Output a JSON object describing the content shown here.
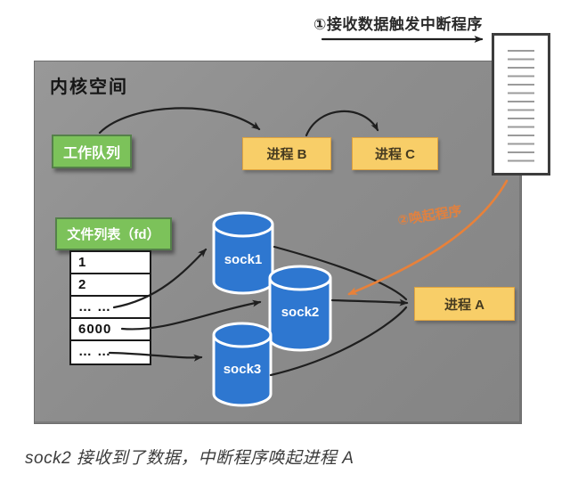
{
  "labels": {
    "step1": "①接收数据触发中断程序",
    "step2": "②唤起程序",
    "kernel_title": "内核空间"
  },
  "boxes": {
    "work_queue": "工作队列",
    "process_b": "进程 B",
    "process_c": "进程 C",
    "process_a": "进程 A"
  },
  "fd_table": {
    "header": "文件列表（fd）",
    "rows": [
      "1",
      "2",
      "… …",
      "6000",
      "… …"
    ]
  },
  "sockets": [
    "sock1",
    "sock2",
    "sock3"
  ],
  "caption": "sock2 接收到了数据，中断程序唤起进程 A",
  "colors": {
    "kernel_bg": "#8e8e8e",
    "green_box": "#7cc25a",
    "yellow_box": "#f8ce68",
    "yellow_border": "#e0a33e",
    "socket_blue": "#2e77d0",
    "orange_accent": "#e8813a",
    "arrow_black": "#1f1f1f"
  }
}
